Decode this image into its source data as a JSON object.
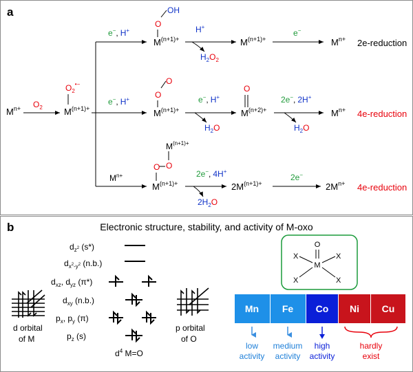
{
  "colors": {
    "black": "#000000",
    "red": "#e8000b",
    "green": "#1f9a3a",
    "blue": "#1033c8",
    "box_border": "#1a9a3a",
    "mn": "#1e90e8",
    "fe": "#1e90e8",
    "co": "#0a1fd8",
    "ni": "#c8141c",
    "cu": "#c8141c",
    "arrow_light": "#3a8fe0",
    "arrow_dark": "#0a1fd8",
    "bracket": "#e8000b"
  },
  "panel_a": {
    "label": "a",
    "start": {
      "m": "M",
      "m_sup": "n+"
    },
    "first_arrow": {
      "reagent": "O",
      "reagent_sub": "2"
    },
    "superoxo": {
      "o": "O",
      "o_sub": "2",
      "o_sup": "•−",
      "m": "M",
      "m_sup": "(n+1)+"
    },
    "top": {
      "arrow1": {
        "a": "e",
        "a_sup": "−",
        "comma": ",",
        "b": "H",
        "b_sup": "+"
      },
      "oh_group": "OH",
      "o": "O",
      "m": "M",
      "m_sup": "(n+1)+",
      "arrow2": {
        "reagent": "H",
        "reagent_sup": "+",
        "product_a": "H",
        "product_sub1": "2",
        "product_b": "O",
        "product_sub2": "2"
      },
      "m2": "M",
      "m2_sup": "(n+1)+",
      "arrow3": {
        "reagent": "e",
        "reagent_sup": "−"
      },
      "final": "M",
      "final_sup": "n+",
      "result": "2e-reduction"
    },
    "middle": {
      "arrow1": {
        "a": "e",
        "a_sup": "−",
        "comma": ",",
        "b": "H",
        "b_sup": "+"
      },
      "o1": "O",
      "o2": "O",
      "m": "M",
      "m_sup": "(n+1)+",
      "arrow2": {
        "a": "e",
        "a_sup": "−",
        "comma": ",",
        "b": "H",
        "b_sup": "+",
        "product_a": "H",
        "product_sub": "2",
        "product_b": "O"
      },
      "oxo": "O",
      "m2": "M",
      "m2_sup": "(n+2)+",
      "arrow3": {
        "a": "2e",
        "a_sup": "−",
        "comma": ",",
        "b": "2H",
        "b_sup": "+",
        "product_a": "H",
        "product_sub": "2",
        "product_b": "O"
      },
      "final": "M",
      "final_sup": "n+",
      "result": "4e-reduction"
    },
    "bottom": {
      "reagent": "M",
      "reagent_sup": "n+",
      "upper_m": "M",
      "upper_m_sup": "(n+1)+",
      "o1": "O",
      "o2": "O",
      "m": "M",
      "m_sup": "(n+1)+",
      "arrow2": {
        "a": "2e",
        "a_sup": "−",
        "comma": ",",
        "b": "4H",
        "b_sup": "+",
        "product_a": "2H",
        "product_sub": "2",
        "product_b": "O"
      },
      "product": "2M",
      "product_sup": "(n+1)+",
      "arrow3": {
        "a": "2e",
        "a_sup": "−"
      },
      "final": "2M",
      "final_sup": "n+",
      "result": "4e-reduction"
    }
  },
  "panel_b": {
    "label": "b",
    "title": "Electronic structure, stability, and activity of M-oxo",
    "orbitals": {
      "dz2": {
        "d": "d",
        "sub": "z",
        "sub_sup": "2",
        "rest": " (s*)"
      },
      "dx2y2": {
        "d": "d",
        "sub": "x",
        "sub_sup": "2",
        "sub2": "-y",
        "sub2_sup": "2",
        "rest": " (n.b.)"
      },
      "dxz_dyz": {
        "d1": "d",
        "sub1": "xz",
        "comma": ", ",
        "d2": "d",
        "sub2": "yz",
        "rest": " (π*)"
      },
      "dxy": {
        "d": "d",
        "sub": "xy",
        "rest": " (n.b.)"
      },
      "px_py": {
        "p1": "p",
        "sub1": "x",
        "comma": ", ",
        "p2": "p",
        "sub2": "y",
        "rest": " (π)"
      },
      "pz": {
        "p": "p",
        "sub": "z",
        "rest": " (s)"
      }
    },
    "d_label_1": "d orbital",
    "d_label_2": "of M",
    "p_label_1": "p orbital",
    "p_label_2": "of O",
    "config": "d",
    "config_sup": "4",
    "config_rest": " M=O",
    "structure": {
      "o": "O",
      "m": "M",
      "x1": "X",
      "x2": "X",
      "x3": "X",
      "x4": "X"
    },
    "metals": [
      "Mn",
      "Fe",
      "Co",
      "Ni",
      "Cu"
    ],
    "activity": {
      "mn": [
        "low",
        "activity"
      ],
      "fe": [
        "medium",
        "activity"
      ],
      "co": [
        "high",
        "activity"
      ],
      "ni_cu": [
        "hardly",
        "exist"
      ]
    }
  }
}
